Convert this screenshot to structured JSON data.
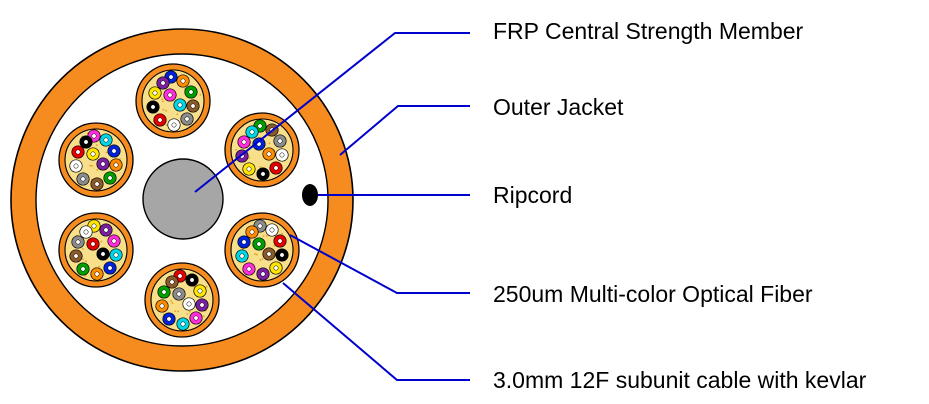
{
  "labels": {
    "frp": "FRP Central Strength Member",
    "outer_jacket": "Outer Jacket",
    "ripcord": "Ripcord",
    "fiber": "250um Multi-color Optical Fiber",
    "subunit": "3.0mm 12F subunit cable with kevlar"
  },
  "colors": {
    "jacket": "#f68b1f",
    "inner_fill": "#ffffff",
    "frp": "#a6a6a6",
    "kevlar": "#f7df8c",
    "kevlar_dot": "#e0a020",
    "callout_line": "#0000cc",
    "outline": "#000000",
    "ripcord": "#000000"
  },
  "fiber_colors": [
    "blue",
    "orange",
    "green",
    "brown",
    "slate",
    "white",
    "red",
    "black",
    "yellow",
    "violet",
    "rose",
    "aqua"
  ]
}
